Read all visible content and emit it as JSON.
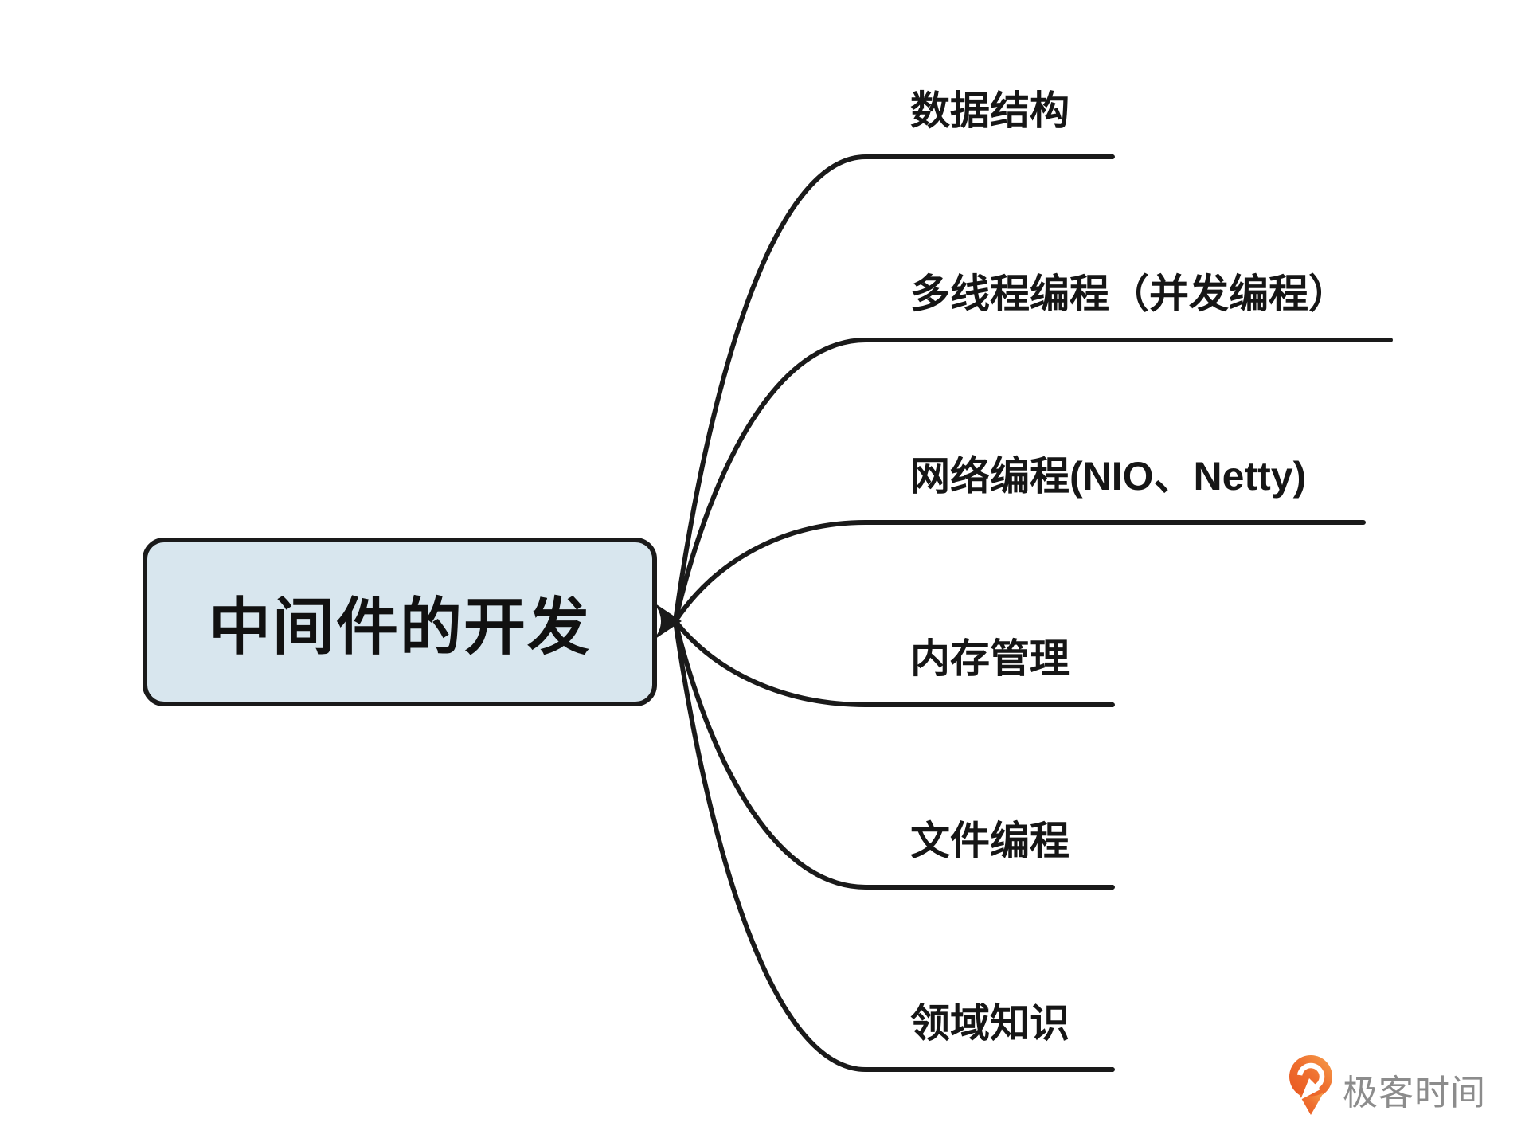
{
  "diagram": {
    "root": {
      "label": "中间件的开发"
    },
    "branches": [
      {
        "label": "数据结构"
      },
      {
        "label": "多线程编程（并发编程）"
      },
      {
        "label": "网络编程(NIO、Netty)"
      },
      {
        "label": "内存管理"
      },
      {
        "label": "文件编程"
      },
      {
        "label": "领域知识"
      }
    ]
  },
  "branding": {
    "logo_text": "极客时间",
    "logo_orange": "#ED6526",
    "logo_orange_light": "#F6A04C",
    "logo_text_color": "#8C8C8C"
  },
  "colors": {
    "background": "#FFFFFF",
    "node_fill": "#D8E6EE",
    "stroke": "#1A1A1A"
  }
}
